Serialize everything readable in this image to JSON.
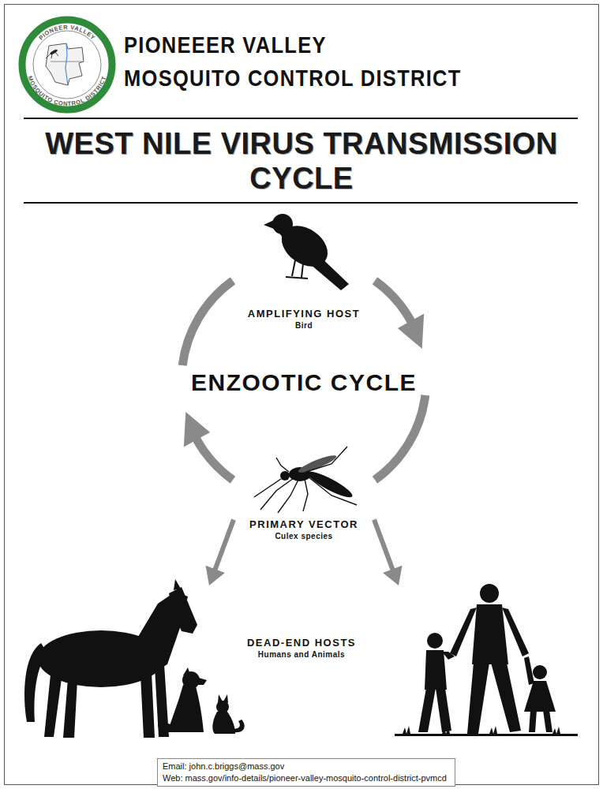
{
  "diagram": {
    "title": "WEST NILE VIRUS TRANSMISSION CYCLE",
    "nodes": [
      {
        "text": [
          "AMPLIFYING HOST",
          "Bird"
        ]
      },
      {
        "text": [
          "PRIMARY VECTOR",
          "Culex species"
        ]
      },
      {
        "text": [
          "DEAD-END HOSTS",
          "Humans and Animals"
        ]
      },
      {
        "text": [
          "Email: john.c.briggs@mass.gov",
          "Web: mass.gov/info-details/pioneer-valley-mosquito-control-district-pvmcd"
        ]
      }
    ],
    "edges": [
      {
        "from": 0,
        "to": 1,
        "arrow": "to"
      },
      {
        "from": 1,
        "to": 0,
        "arrow": "to"
      },
      {
        "from": 1,
        "to": 2,
        "arrow": "to"
      },
      {
        "from": 1,
        "to": 2,
        "arrow": "to"
      }
    ],
    "labels": [
      "PIONEEER VALLEY",
      "MOSQUITO CONTROL DISTRICT",
      "ENZOOTIC CYCLE",
      "PIONEER VALLEY",
      "MOSQUITO CONTROL DISTRICT"
    ]
  }
}
